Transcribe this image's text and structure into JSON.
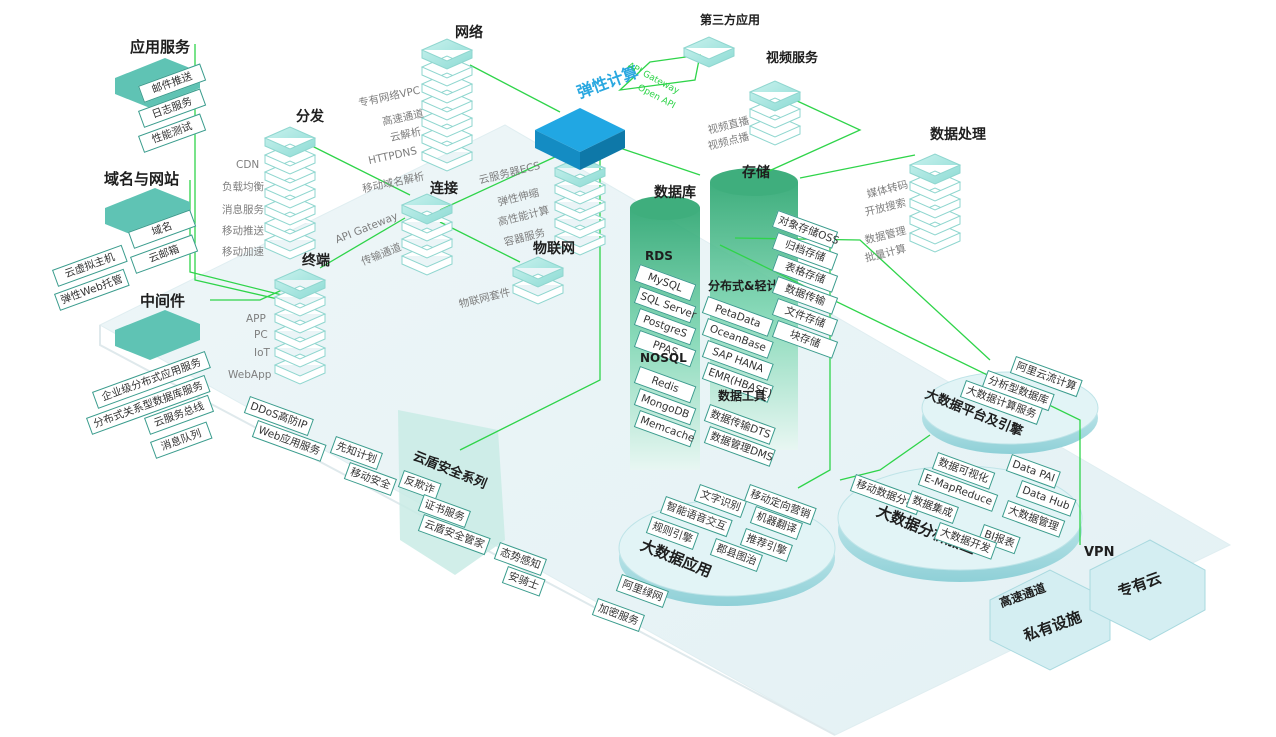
{
  "colors": {
    "accent": "#2fd44a",
    "teal": "#5fc3b4",
    "tealDark": "#2e8a7c",
    "cyan": "#2aa8e0",
    "bodyText": "#444444"
  },
  "left_groups": {
    "app_services": {
      "title": "应用服务",
      "items": [
        "邮件推送",
        "日志服务",
        "性能测试"
      ]
    },
    "domain_site": {
      "title": "域名与网站",
      "items": [
        "云虚拟主机",
        "域名",
        "弹性Web托管",
        "云邮箱"
      ]
    },
    "middleware": {
      "title": "中间件",
      "items": [
        "企业级分布式应用服务",
        "分布式关系型数据库服务",
        "云服务总线",
        "消息队列"
      ]
    }
  },
  "distribution": {
    "title": "分发",
    "items": [
      "CDN",
      "负载均衡",
      "消息服务",
      "移动推送",
      "移动加速"
    ]
  },
  "network": {
    "title": "网络",
    "items": [
      "专有网络VPC",
      "高速通道",
      "云解析",
      "HTTPDNS",
      "移动域名解析"
    ]
  },
  "connect": {
    "title": "连接",
    "items": [
      "API Gateway",
      "传输通道"
    ]
  },
  "terminal": {
    "title": "终端",
    "items": [
      "APP",
      "PC",
      "IoT",
      "WebApp"
    ]
  },
  "iot": {
    "title": "物联网",
    "items": [
      "物联网套件"
    ]
  },
  "elastic": {
    "title": "弹性计算",
    "items": [
      "云服务器ECS",
      "弹性伸缩",
      "高性能计算",
      "容器服务"
    ]
  },
  "third_party": {
    "title": "第三方应用",
    "links": [
      "API Gateway",
      "Open API"
    ]
  },
  "video": {
    "title": "视频服务",
    "items": [
      "视频直播",
      "视频点播"
    ]
  },
  "data_processing": {
    "title": "数据处理",
    "items": [
      "媒体转码",
      "开放搜索",
      "数据管理",
      "批量计算"
    ]
  },
  "database": {
    "title": "数据库",
    "rds_title": "RDS",
    "rds": [
      "MySQL",
      "SQL Server",
      "PostgreS",
      "PPAS"
    ],
    "nosql_title": "NOSQL",
    "nosql": [
      "Redis",
      "MongoDB",
      "Memcache"
    ]
  },
  "distributed": {
    "title": "分布式&轻计算",
    "items": [
      "PetaData",
      "OceanBase",
      "SAP HANA",
      "EMR(HBASE)"
    ],
    "tools_title": "数据工具",
    "tools": [
      "数据传输DTS",
      "数据管理DMS"
    ]
  },
  "storage": {
    "title": "存储",
    "items": [
      "对象存储OSS",
      "归档存储",
      "表格存储",
      "数据传输",
      "文件存储",
      "块存储"
    ]
  },
  "security": {
    "title": "云盾安全系列",
    "items": [
      "DDoS高防IP",
      "Web应用服务",
      "先知计划",
      "移动安全",
      "反欺诈",
      "证书服务",
      "云盾安全管家",
      "态势感知",
      "安骑士",
      "阿里绿网",
      "加密服务"
    ]
  },
  "bigdata_app": {
    "title": "大数据应用",
    "items": [
      "文字识别",
      "移动定向营销",
      "智能语音交互",
      "机器翻译",
      "规则引擎",
      "推荐引擎",
      "郡县图治"
    ]
  },
  "bigdata_proc": {
    "title": "大数据分析加工",
    "items": [
      "数据可视化",
      "Data PAI",
      "E-MapReduce",
      "Data Hub",
      "移动数据分析",
      "数据集成",
      "大数据管理",
      "BI报表",
      "大数据开发"
    ]
  },
  "bigdata_platform": {
    "title": "大数据平台及引擎",
    "items": [
      "阿里云流计算",
      "分析型数据库",
      "大数据计算服务"
    ]
  },
  "infra": {
    "vpn": "VPN",
    "express": "高速通道",
    "private": "私有设施",
    "dedicated": "专有云"
  }
}
